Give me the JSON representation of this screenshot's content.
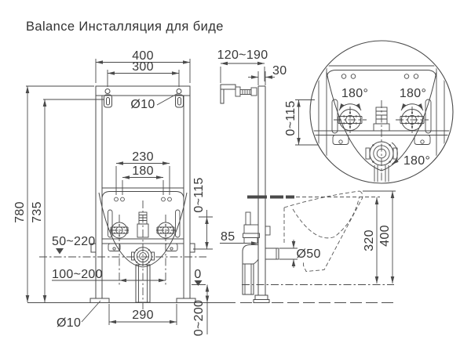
{
  "title": "Balance Инсталляция для биде",
  "front_view": {
    "width_overall": "400",
    "bolt_spacing": "300",
    "bolt_hole_dia": "Ø10",
    "outlet_holes_outer": "230",
    "outlet_holes_inner": "180",
    "height_overall": "780",
    "height_bolts": "735",
    "bracket_travel": "0~115",
    "drain_height_range": "50~220",
    "supply_spacing_range": "100~200",
    "zero_level": "0",
    "leg_extension_range": "0~200",
    "foot_spacing": "290",
    "foot_hole_dia": "Ø10"
  },
  "side_view": {
    "wall_offset_range": "120~190",
    "profile_depth": "30",
    "drain_offset": "85",
    "drain_pipe_dia": "Ø50",
    "shelf_height": "320",
    "rim_height": "400"
  },
  "detail_view": {
    "bracket_travel": "0~115",
    "left_valve_rotation": "180°",
    "right_valve_rotation": "180°",
    "drain_rotation": "180°"
  }
}
